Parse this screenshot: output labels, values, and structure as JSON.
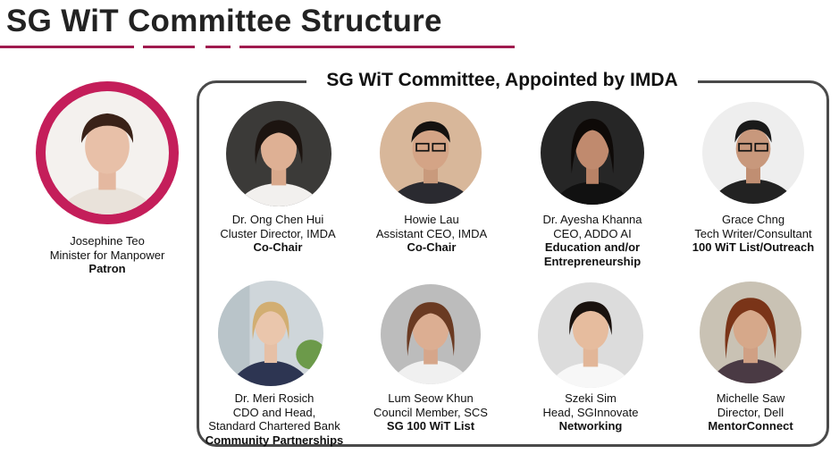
{
  "title": "SG WiT Committee Structure",
  "colors": {
    "accent": "#a01a4e",
    "patron_ring": "#c41e5a",
    "border": "#4a4a4a"
  },
  "committee": {
    "title": "SG WiT Committee, Appointed by IMDA"
  },
  "patron": {
    "name": "Josephine Teo",
    "position": "Minister for Manpower",
    "role": "Patron"
  },
  "members": [
    {
      "name": "Dr. Ong Chen Hui",
      "position": "Cluster Director, IMDA",
      "role": "Co-Chair"
    },
    {
      "name": "Howie Lau",
      "position": "Assistant CEO, IMDA",
      "role": "Co-Chair"
    },
    {
      "name": "Dr. Ayesha Khanna",
      "position": "CEO, ADDO AI",
      "role": "Education and/or Entrepreneurship"
    },
    {
      "name": "Grace Chng",
      "position": "Tech Writer/Consultant",
      "role": "100 WiT List/Outreach"
    },
    {
      "name": "Dr. Meri Rosich",
      "position": "CDO and Head,",
      "position2": "Standard Chartered Bank",
      "role": "Community Partnerships"
    },
    {
      "name": "Lum Seow Khun",
      "position": "Council Member, SCS",
      "role": "SG 100 WiT List"
    },
    {
      "name": "Szeki Sim",
      "position": "Head, SGInnovate",
      "role": "Networking"
    },
    {
      "name": "Michelle Saw",
      "position": "Director, Dell",
      "role": "MentorConnect"
    }
  ]
}
